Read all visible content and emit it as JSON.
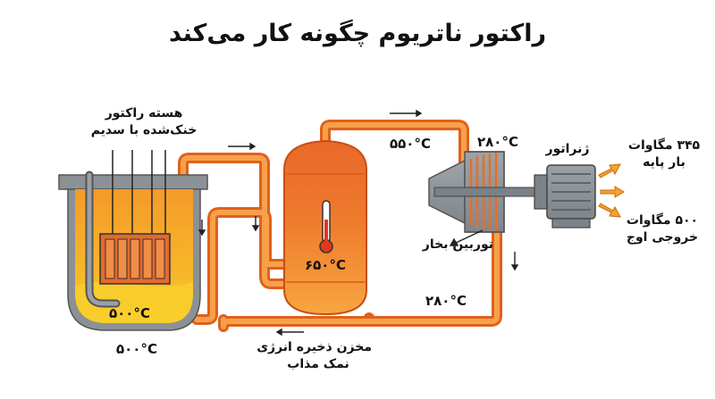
{
  "title": "راکتور ناتریوم چگونه کار می‌کند",
  "labels": {
    "core_line1": "هسته راکتور",
    "core_line2": "خنک‌شده با سدیم",
    "generator": "ژنراتور",
    "output1_line1": "۳۴۵ مگاوات",
    "output1_line2": "بار پایه",
    "output2_line1": "۵۰۰ مگاوات",
    "output2_line2": "خروجی اوج",
    "turbine": "توربین بخار",
    "storage_line1": "مخزن ذخیره انرژی",
    "storage_line2": "نمک مذاب"
  },
  "temps": {
    "hot_line": "۵۵۰°C",
    "turbine_out": "۲۸۰°C",
    "tank": "۶۵۰°C",
    "return_line": "۲۸۰°C",
    "reactor_inner": "۵۰۰°C",
    "reactor_outer": "۵۰۰°C"
  },
  "colors": {
    "pipe_fill": "#f7a14a",
    "pipe_outline": "#e0611c",
    "tank_top": "#e9692a",
    "tank_bottom": "#f5a23c",
    "reactor_liquid": "#f8c21f",
    "vessel_grey": "#8c9196",
    "generator_grey": "#8d949a"
  },
  "icons": [
    "thermometer-icon",
    "flow-arrow-icon",
    "output-arrow-icon",
    "turbine-icon",
    "generator-icon"
  ]
}
